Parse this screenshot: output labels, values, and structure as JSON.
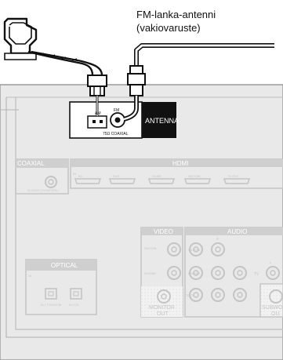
{
  "caption": {
    "line1": "FM-lanka-antenni",
    "line2": "(vakiovaruste)"
  },
  "terminals": {
    "antenna_title": "ANTENNA",
    "am_label": "AM",
    "fm_label": "FM",
    "fm_impedance": "75Ω COAXIAL"
  },
  "panel": {
    "coaxial_title": "COAXIAL",
    "coaxial_sub": "IN-CD/CD (TV/SAT/CBL)",
    "hdmi_title": "HDMI",
    "hdmi_ports": [
      "BD",
      "DVD",
      "GAME",
      "SAT/CBL",
      "TV OUT"
    ],
    "video_title": "VIDEO",
    "video_rows": [
      "SAT/CBL",
      "DVD/BD"
    ],
    "monitor_out": [
      "MONITOR",
      "OUT"
    ],
    "audio_title": "AUDIO",
    "audio_sides": [
      "R",
      "L"
    ],
    "audio_rows": [
      "SAT/CBL",
      "DVD/BD",
      "CD/TV"
    ],
    "audio_tv": "TV",
    "subwoofer": [
      "SUBWO",
      "OU"
    ],
    "optical_title": "OPTICAL",
    "optical_ports": [
      "IN 1 TV/SAT/CBL",
      "IN 2 CD"
    ],
    "in_badge": "IN"
  }
}
